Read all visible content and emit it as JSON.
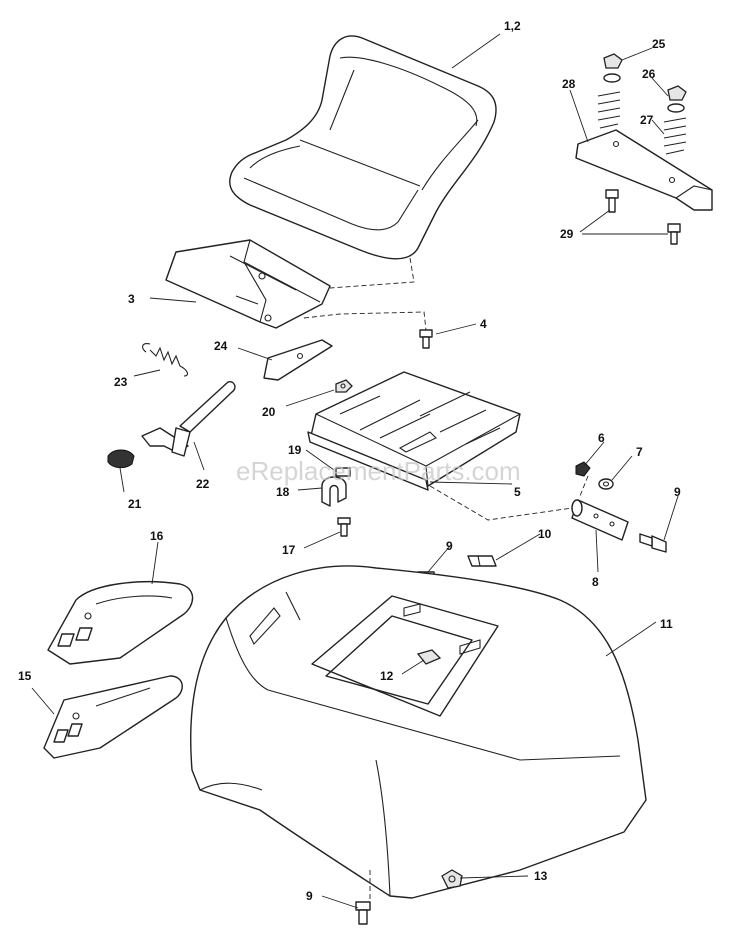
{
  "watermark": "eReplacementParts.com",
  "callouts": {
    "p1_2": "1,2",
    "p3": "3",
    "p4": "4",
    "p5": "5",
    "p6": "6",
    "p7": "7",
    "p8": "8",
    "p9a": "9",
    "p9b": "9",
    "p9c": "9",
    "p10": "10",
    "p11": "11",
    "p12": "12",
    "p13": "13",
    "p15": "15",
    "p16": "16",
    "p17": "17",
    "p18": "18",
    "p19": "19",
    "p20": "20",
    "p21": "21",
    "p22": "22",
    "p23": "23",
    "p24": "24",
    "p25": "25",
    "p26": "26",
    "p27": "27",
    "p28": "28",
    "p29": "29"
  }
}
